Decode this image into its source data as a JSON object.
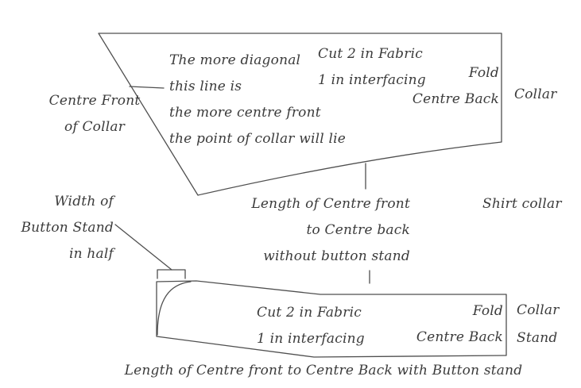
{
  "colors": {
    "line": "#4f4f4f",
    "text": "#3b3b3b",
    "background": "#ffffff"
  },
  "collar": {
    "note_lines": [
      "The more diagonal",
      "this line is",
      "the more centre front",
      "the point of collar will lie"
    ],
    "cut_note": [
      "Cut 2 in Fabric",
      "1 in interfacing"
    ],
    "fold_label": "Fold",
    "centre_back_label": "Centre Back",
    "side_label": "Collar",
    "centre_front_label": [
      "Centre Front",
      "of Collar"
    ],
    "length_label": [
      "Length of Centre front",
      "to Centre back",
      "without button stand"
    ],
    "name_label": "Shirt collar"
  },
  "stand": {
    "width_label": [
      "Width of",
      "Button Stand",
      "in half"
    ],
    "cut_note": [
      "Cut 2 in Fabric",
      "1 in interfacing"
    ],
    "fold_label": "Fold",
    "centre_back_label": "Centre Back",
    "side_label": [
      "Collar",
      "Stand"
    ],
    "caption": "Length of Centre front to Centre Back with Button stand"
  }
}
